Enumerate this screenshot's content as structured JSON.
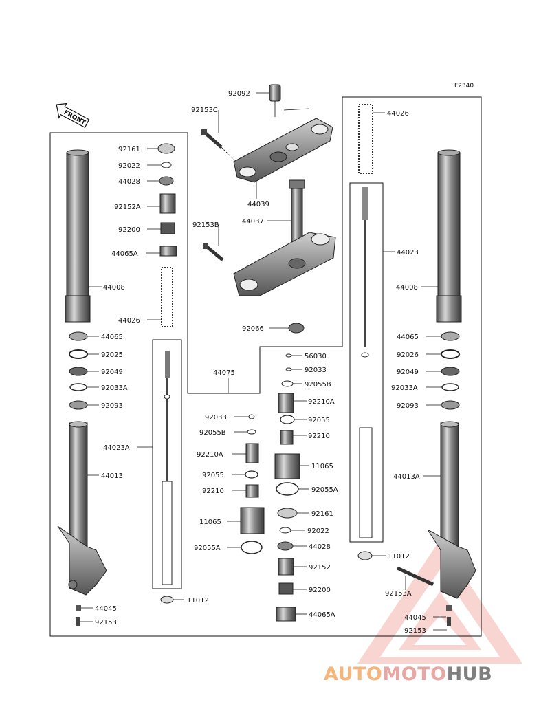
{
  "figure_code": "F2340",
  "front_label": "FRONT",
  "watermark": {
    "part1": "AUTO",
    "part2": "MOTO",
    "part3": "HUB"
  },
  "labels": {
    "p92092": "92092",
    "p92153C": "92153C",
    "p44039": "44039",
    "p44037": "44037",
    "p92153B": "92153B",
    "p92066": "92066",
    "p44075": "44075",
    "l92161": "92161",
    "l92022": "92022",
    "l44028": "44028",
    "l92152A": "92152A",
    "l92200": "92200",
    "l44065A": "44065A",
    "l44008": "44008",
    "l44026": "44026",
    "l44065": "44065",
    "l92025": "92025",
    "l92049": "92049",
    "l92033A": "92033A",
    "l92093": "92093",
    "l44023A": "44023A",
    "l44013": "44013",
    "l44045": "44045",
    "l92153": "92153",
    "c92033": "92033",
    "c92055B": "92055B",
    "c92210A": "92210A",
    "c92055": "92055",
    "c92210": "92210",
    "c11065": "11065",
    "c92055A": "92055A",
    "c11012": "11012",
    "m56030": "56030",
    "m92033": "92033",
    "m92055B": "92055B",
    "m92210A": "92210A",
    "m92055": "92055",
    "m92210": "92210",
    "m11065": "11065",
    "m92055A": "92055A",
    "m92161": "92161",
    "m92022": "92022",
    "m44028": "44028",
    "m92152": "92152",
    "m92200": "92200",
    "m44065A": "44065A",
    "r44026": "44026",
    "r44023": "44023",
    "r44008": "44008",
    "r44065": "44065",
    "r92026": "92026",
    "r92049": "92049",
    "r92033A": "92033A",
    "r92093": "92093",
    "r44013A": "44013A",
    "r11012": "11012",
    "r92153A": "92153A",
    "r44045": "44045",
    "r92153": "92153"
  }
}
